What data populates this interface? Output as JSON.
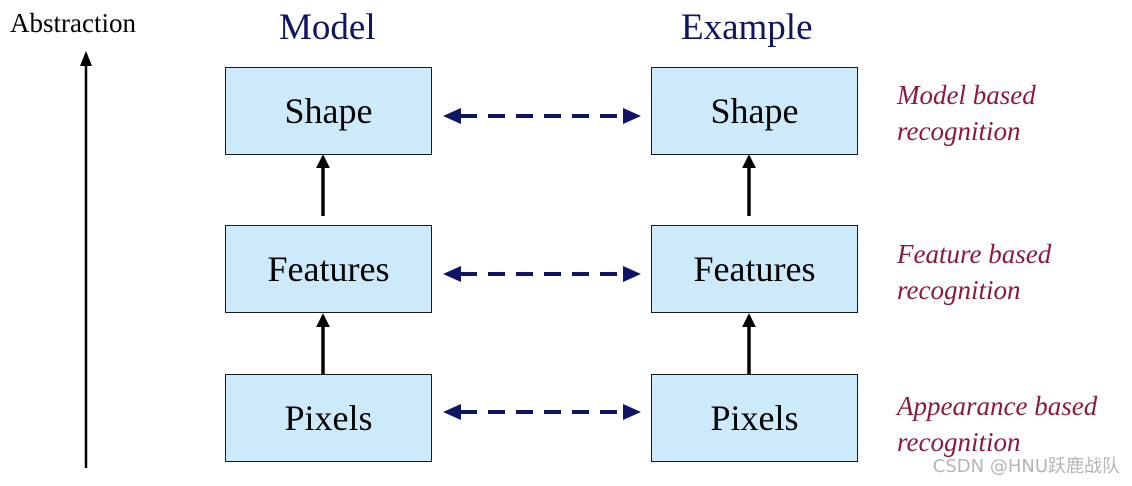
{
  "abstraction_label": "Abstraction",
  "columns": {
    "model": {
      "heading": "Model",
      "boxes": {
        "top": "Shape",
        "middle": "Features",
        "bottom": "Pixels"
      }
    },
    "example": {
      "heading": "Example",
      "boxes": {
        "top": "Shape",
        "middle": "Features",
        "bottom": "Pixels"
      }
    }
  },
  "recognition_labels": {
    "top": {
      "line1": "Model based",
      "line2": "recognition"
    },
    "middle": {
      "line1": "Feature based",
      "line2": "recognition"
    },
    "bottom": {
      "line1": "Appearance based",
      "line2": "recognition"
    }
  },
  "watermark": "CSDN @HNU跃鹿战队",
  "colors": {
    "box_fill": "#cdeafb",
    "box_border": "#1a1a1a",
    "heading": "#0f1464",
    "dashed_arrow": "#0f1464",
    "recognition_text": "#8b1a3a",
    "solid_arrow": "#000000"
  }
}
